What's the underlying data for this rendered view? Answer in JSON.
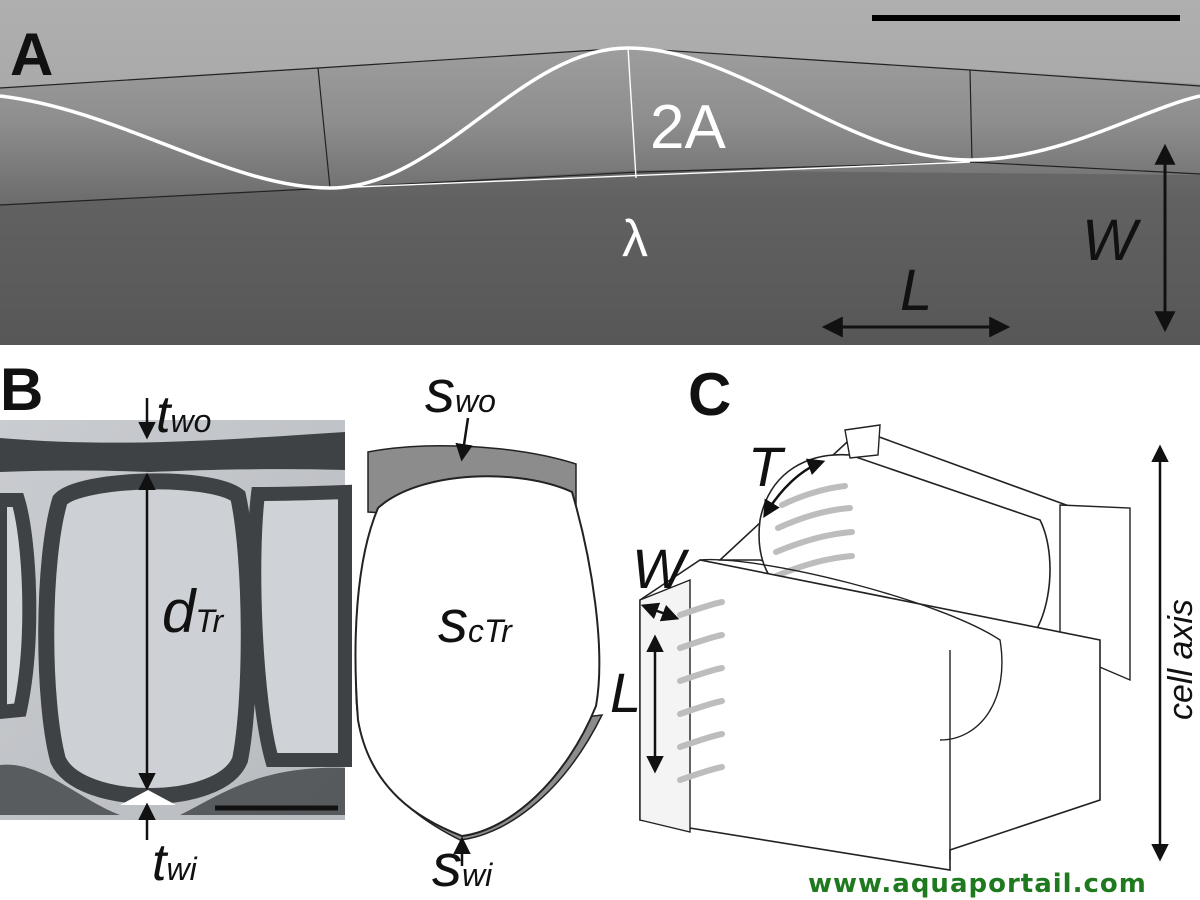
{
  "panels": {
    "a": {
      "letter": "A",
      "amplitude_label": "2A",
      "wavelength_label": "λ",
      "width_label": "W",
      "length_label": "L"
    },
    "b": {
      "letter": "B",
      "t_wo": {
        "main": "t",
        "sub": "wo"
      },
      "d_tr": {
        "main": "d",
        "sub": "Tr"
      },
      "t_wi": {
        "main": "t",
        "sub": "wi"
      },
      "s_wo": {
        "main": "s",
        "sub": "wo"
      },
      "s_ctr": {
        "main": "s",
        "sub": "cTr"
      },
      "s_wi": {
        "main": "s",
        "sub": "wi"
      }
    },
    "c": {
      "letter": "C",
      "t_label": "T",
      "w_label": "W",
      "l_label": "L",
      "axis_label": "cell axis"
    }
  },
  "watermark": "www.aquaportail.com",
  "colors": {
    "micrograph_dark": "#595959",
    "micrograph_light": "#a9a9a9",
    "wall_gray": "#8c8c8c",
    "ink": "#111111",
    "watermark": "#1f7a1f"
  }
}
